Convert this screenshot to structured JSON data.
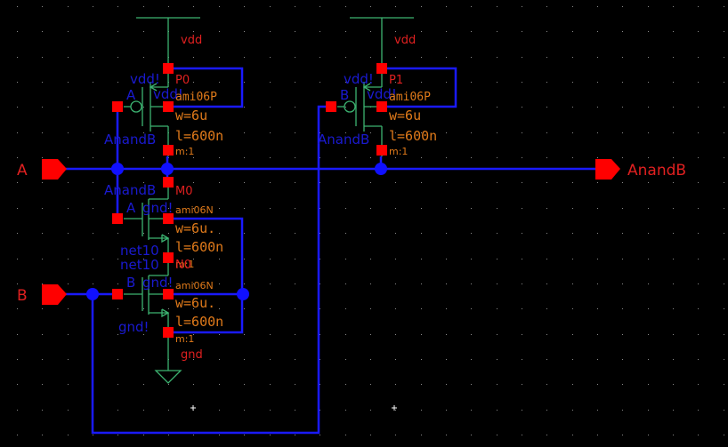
{
  "app": "Schematic Editor",
  "ports": {
    "input_a": "A",
    "input_b": "B",
    "output": "AnandB"
  },
  "supplies": {
    "vdd_p0": "vdd",
    "vdd_p1": "vdd",
    "gnd": "gnd"
  },
  "devices": {
    "p0": {
      "name": "P0",
      "model": "ami06P",
      "w": "w=6u",
      "l": "l=600n",
      "m": "m:1",
      "gate": "A",
      "body": "vdd!",
      "source": "vdd!",
      "drain_net": "AnandB"
    },
    "p1": {
      "name": "P1",
      "model": "ami06P",
      "w": "w=6u",
      "l": "l=600n",
      "m": "m:1",
      "gate": "B",
      "body": "vdd!",
      "source": "vdd!",
      "drain_net": "AnandB"
    },
    "m0": {
      "name": "M0",
      "model": "ami06N",
      "w": "w=6u.",
      "l": "l=600n",
      "m": "m:1",
      "gate": "A",
      "body": "gnd!",
      "drain_net": "AnandB",
      "source_net": "net10"
    },
    "n0": {
      "name": "N0",
      "model": "ami06N",
      "w": "w=6u.",
      "l": "l=600n",
      "m": "m:1",
      "gate": "B",
      "body": "gnd!",
      "drain_net": "net10",
      "source": "gnd!"
    }
  },
  "colors": {
    "background": "#000000",
    "wire": "#1a1aff",
    "pin": "#ff0000",
    "device": "#3cb371",
    "net_label": "#1a1ad0",
    "instance_label": "#e02020",
    "param_label": "#e07a1a"
  }
}
